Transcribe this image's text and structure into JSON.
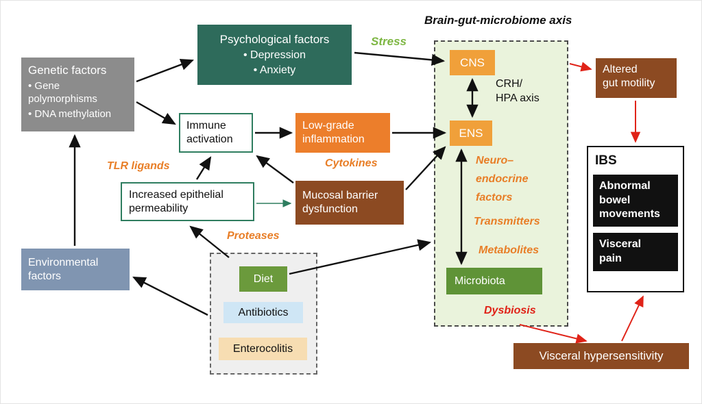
{
  "header": {
    "title": "Brain-gut-microbiome axis"
  },
  "colors": {
    "teal_green_box": "#2E6B5B",
    "teal_border": "#2E7D5F",
    "orange_node": "#F0A03A",
    "orange_inflammation": "#EC7E2B",
    "orange_label": "#E87E27",
    "brown": "#8C4A22",
    "gray": "#8C8C8C",
    "blue_gray": "#8095B1",
    "diet_green": "#6B9A3C",
    "microbiota_green": "#5F9337",
    "container_green_bg": "#EAF3DC",
    "antibiotics_blue": "#CFE6F5",
    "enterocolitis_tan": "#F7DDB2",
    "stress_green": "#7DB642",
    "red": "#E02318",
    "black": "#111111"
  },
  "nodes": {
    "genetic": {
      "title": "Genetic factors",
      "item1": "• Gene polymorphisms",
      "item2": "• DNA methylation"
    },
    "psychological": {
      "title": "Psychological factors",
      "item1": "• Depression",
      "item2": "• Anxiety"
    },
    "immune": {
      "label": "Immune activation"
    },
    "low_grade": {
      "label": "Low-grade inflammation"
    },
    "epithelial": {
      "label": "Increased epithelial permeability"
    },
    "mucosal": {
      "label": "Mucosal barrier dysfunction"
    },
    "environmental": {
      "label": "Environmental factors"
    },
    "diet": {
      "label": "Diet"
    },
    "antibiotics": {
      "label": "Antibiotics"
    },
    "enterocolitis": {
      "label": "Enterocolitis"
    },
    "cns": {
      "label": "CNS"
    },
    "ens": {
      "label": "ENS"
    },
    "microbiota": {
      "label": "Microbiota"
    },
    "altered_motility": {
      "label": "Altered\ngut motility"
    },
    "ibs": {
      "title": "IBS",
      "item1": "Abnormal\nbowel\nmovements",
      "item2": "Visceral\npain"
    },
    "visceral_hypersensitivity": {
      "label": "Visceral hypersensitivity"
    }
  },
  "edge_labels": {
    "stress": "Stress",
    "crh_hpa": "CRH/\nHPA axis",
    "cytokines": "Cytokines",
    "tlr_ligands": "TLR ligands",
    "proteases": "Proteases",
    "neuroendocrine": "Neuro–\nendocrine\nfactors",
    "transmitters": "Transmitters",
    "metabolites": "Metabolites",
    "dysbiosis": "Dysbiosis"
  }
}
